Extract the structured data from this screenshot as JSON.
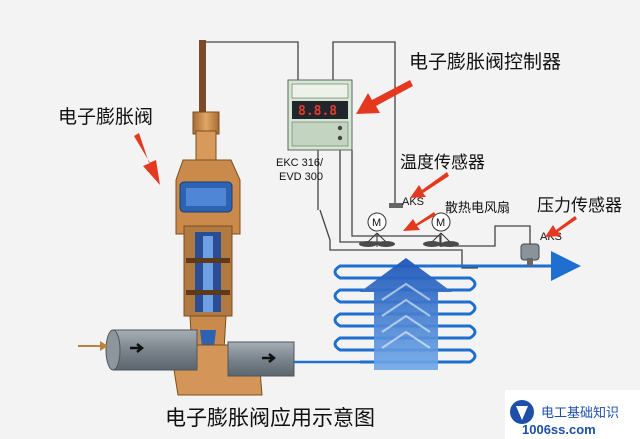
{
  "title": "电子膨胀阀应用示意图",
  "labels": {
    "valve": "电子膨胀阀",
    "controller": "电子膨胀阀控制器",
    "temp_sensor": "温度传感器",
    "fan": "散热电风扇",
    "pressure_sensor": "压力传感器",
    "aks_temp": "AKS",
    "aks_pressure": "AKS",
    "controller_model_1": "EKC 316/",
    "controller_model_2": "EVD 300",
    "display_value": "8.8.8",
    "fan_motor_symbol": "M"
  },
  "watermark": {
    "site_name": "电工基础知识",
    "url": "1006ss.com"
  },
  "colors": {
    "arrow_red": "#e5391f",
    "pipe_blue": "#1e6fd0",
    "valve_brass": "#c98a4b",
    "valve_body_gray": "#8f9aa3",
    "display_red": "#e53c2a",
    "controller_green": "#cfe3cf"
  }
}
